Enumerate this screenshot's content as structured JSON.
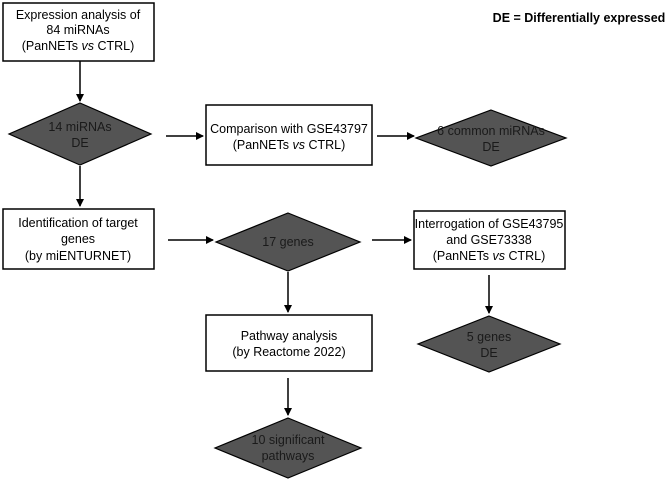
{
  "legend": "DE = Differentially expressed",
  "colors": {
    "diamond_fill": "#545454",
    "stroke": "#000000",
    "background": "#ffffff"
  },
  "nodes": {
    "expression_analysis": {
      "line1": "Expression analysis of",
      "line2": "84 miRNAs",
      "line3_pre": "(PanNETs ",
      "line3_em": "vs",
      "line3_post": " CTRL)"
    },
    "mirnas_de": {
      "line1": "14 miRNAs",
      "line2": "DE"
    },
    "comparison": {
      "line1": "Comparison with GSE43797",
      "line2_pre": "(PanNETs ",
      "line2_em": "vs",
      "line2_post": " CTRL)"
    },
    "common_mirnas": {
      "line1": "6 common miRNAs",
      "line2": "DE"
    },
    "target_genes": {
      "line1": "Identification of target",
      "line2": "genes",
      "line3": "(by miENTURNET)"
    },
    "genes_17": {
      "line1": "17 genes"
    },
    "interrogation": {
      "line1": "Interrogation of GSE43795",
      "line2": "and GSE73338",
      "line3_pre": "(PanNETs ",
      "line3_em": "vs",
      "line3_post": " CTRL)"
    },
    "pathway": {
      "line1": "Pathway analysis",
      "line2": "(by Reactome 2022)"
    },
    "genes_5": {
      "line1": "5 genes",
      "line2": "DE"
    },
    "pathways_10": {
      "line1": "10 significant",
      "line2": "pathways"
    }
  }
}
